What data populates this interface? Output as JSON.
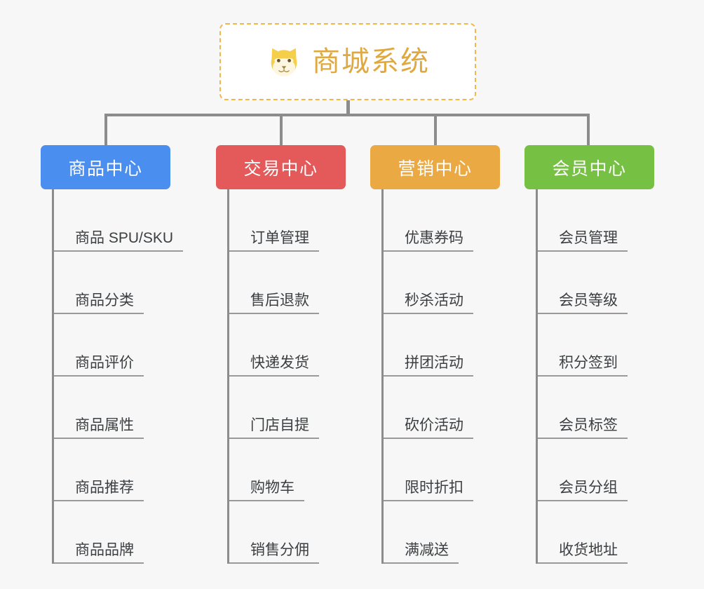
{
  "page": {
    "background_color": "#f7f7f7",
    "line_color": "#8c8c8c"
  },
  "root": {
    "title": "商城系统",
    "icon": "shiba-dog-face-icon",
    "icon_glyph": "🐶",
    "text_color": "#e0a93f",
    "border_color": "#f0b84a",
    "background_color": "#ffffff"
  },
  "columns": [
    {
      "header": "商品中心",
      "color": "#4a8ef0",
      "items": [
        "商品 SPU/SKU",
        "商品分类",
        "商品评价",
        "商品属性",
        "商品推荐",
        "商品品牌"
      ]
    },
    {
      "header": "交易中心",
      "color": "#e4595a",
      "items": [
        "订单管理",
        "售后退款",
        "快递发货",
        "门店自提",
        "购物车",
        "销售分佣"
      ]
    },
    {
      "header": "营销中心",
      "color": "#eaa943",
      "items": [
        "优惠券码",
        "秒杀活动",
        "拼团活动",
        "砍价活动",
        "限时折扣",
        "满减送"
      ]
    },
    {
      "header": "会员中心",
      "color": "#76c044",
      "items": [
        "会员管理",
        "会员等级",
        "积分签到",
        "会员标签",
        "会员分组",
        "收货地址"
      ]
    }
  ]
}
